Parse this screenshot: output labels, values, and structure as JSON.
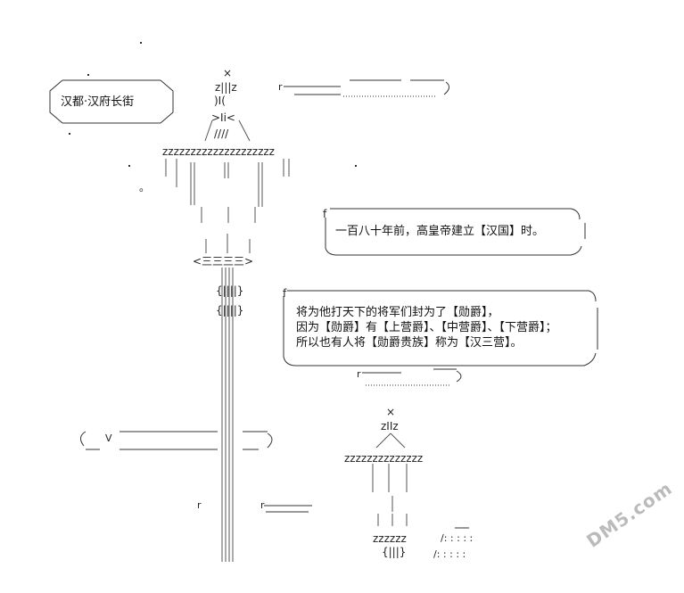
{
  "location_sign": {
    "text": "汉都·汉府长街"
  },
  "caption1": {
    "line1": "一百八十年前，高皇帝建立【汉国】时。"
  },
  "caption2": {
    "line1": "将为他打天下的将军们封为了【勋爵】，",
    "line2": "因为【勋爵】有【上营爵】、【中营爵】、【下营爵】；",
    "line3": "所以也有人将【勋爵贵族】称为【汉三营】。"
  },
  "art": {
    "top_x": "×",
    "top_head": "z|||z",
    "top_neck1": ")I(",
    "top_neck2": ">Ii<",
    "top_slashes": "////",
    "top_z": "zzzzzzzzzzzzzzzzzzzz",
    "small_x": "×",
    "small_head": "zIIz",
    "small_z": "zzzzzzzzzzzzzz",
    "small_base": "zzzzzz",
    "small_bottom": "{|||}",
    "pole_brackets": "{||||}",
    "base_block": "<三三三三>",
    "sym_f1": "f",
    "sym_f2": "f",
    "sym_r1": "r",
    "sym_r2": "r",
    "sym_r3": "r",
    "sym_r4": "r",
    "sym_o": "。",
    "sym_v": "V",
    "dots_grid": "/: : : : :"
  },
  "watermark": {
    "text": "DM5.com"
  }
}
